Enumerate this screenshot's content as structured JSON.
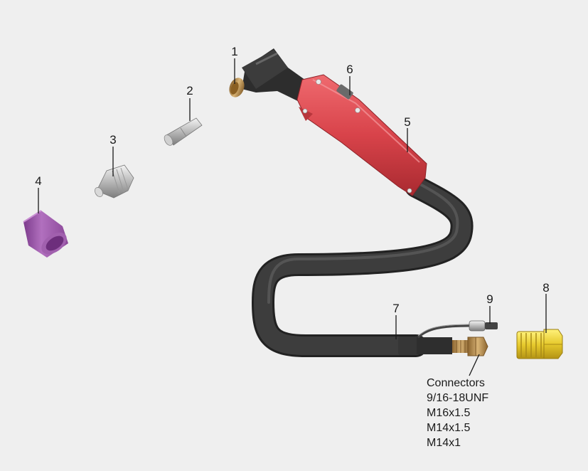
{
  "callouts": {
    "c1": "1",
    "c2": "2",
    "c3": "3",
    "c4": "4",
    "c5": "5",
    "c6": "6",
    "c7": "7",
    "c8": "8",
    "c9": "9"
  },
  "connectors": {
    "title": "Connectors",
    "items": [
      "9/16-18UNF",
      "M16x1.5",
      "M14x1.5",
      "M14x1"
    ]
  },
  "colors": {
    "background": "#efefef",
    "hose": "#3a3a3a",
    "handle": "#d8434a",
    "brass": "#c9a063",
    "cup": "#9a54a8",
    "fitting": "#e6c92c",
    "metal": "#c8c8c8"
  }
}
